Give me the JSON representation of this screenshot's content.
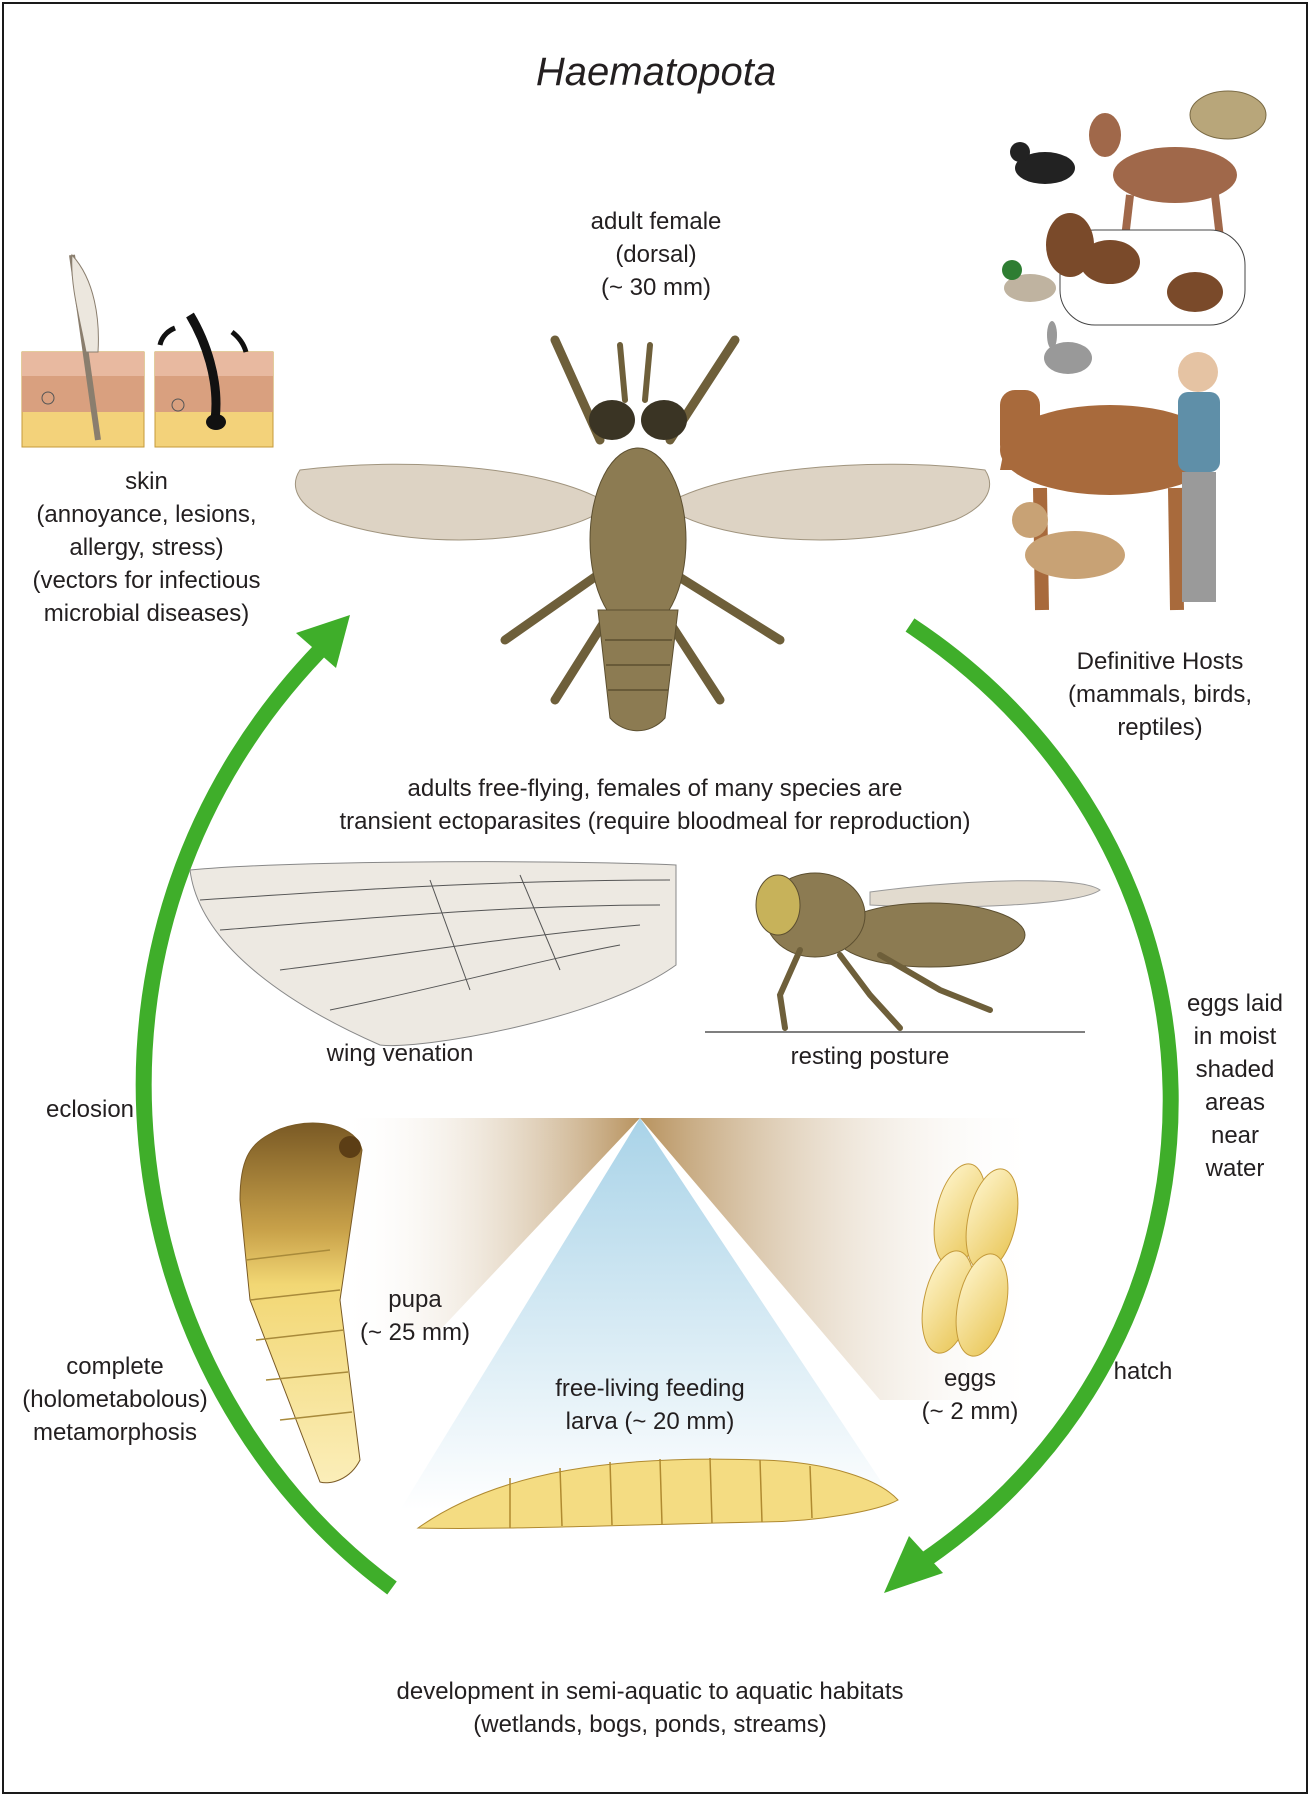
{
  "title": "Haematopota",
  "labels": {
    "adult": "adult female\n(dorsal)\n(~ 30 mm)",
    "skin": "skin\n(annoyance, lesions,\nallergy, stress)\n(vectors for infectious\nmicrobial diseases)",
    "hosts": "Definitive Hosts\n(mammals, birds,\nreptiles)",
    "adults_note": "adults free-flying, females of many species are\ntransient ectoparasites (require bloodmeal for reproduction)",
    "wing": "wing venation",
    "posture": "resting posture",
    "eclosion": "eclosion",
    "eggs_laid": "eggs laid\nin moist\nshaded\nareas\nnear\nwater",
    "pupa": "pupa\n(~ 25 mm)",
    "metamorphosis": "complete\n(holometabolous)\nmetamorphosis",
    "larva": "free-living feeding\nlarva (~ 20 mm)",
    "eggs": "eggs\n(~ 2 mm)",
    "hatch": "hatch",
    "development": "development in semi-aquatic to aquatic habitats\n(wetlands, bogs, ponds, streams)"
  },
  "colors": {
    "arrow": "#3fae2a",
    "fly_body": "#8c7b52",
    "fly_dark": "#6e5f3a",
    "wing": "#d9cfbf",
    "larva": "#f2d774",
    "egg": "#f4dc82",
    "soil": "#f3d27a",
    "skin": "#d98f72"
  },
  "icons": [
    "bird-feather-icon",
    "hair-follicle-icon",
    "crow-icon",
    "deer-icon",
    "tortoise-icon",
    "duck-icon",
    "cow-icon",
    "rabbit-icon",
    "horse-icon",
    "human-icon",
    "dog-icon"
  ]
}
